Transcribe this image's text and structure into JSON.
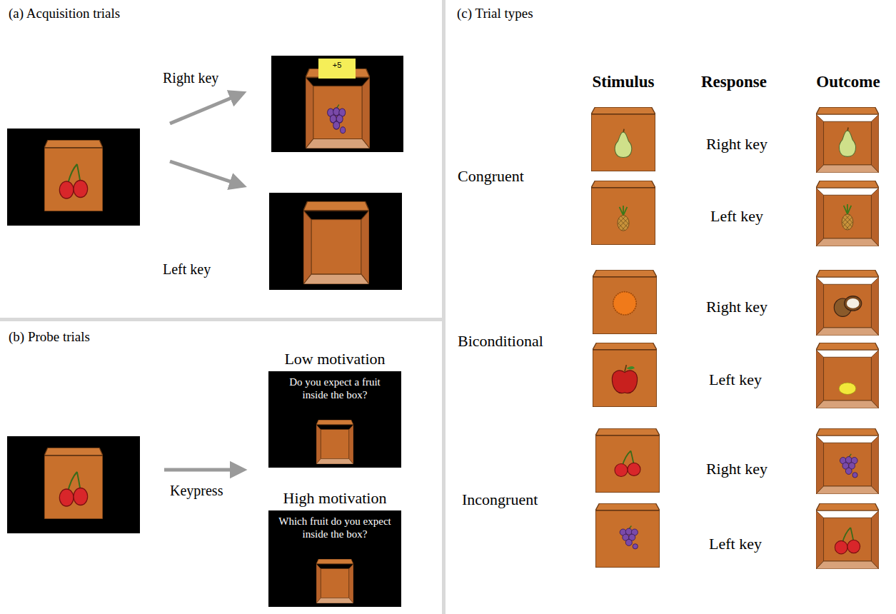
{
  "diagram": {
    "nodes": [
      {
        "text": [
          "+5"
        ]
      },
      {
        "text": [
          "Low motivation",
          "Do you expect a fruit inside the box?"
        ]
      },
      {
        "text": [
          "High motivation",
          "Which fruit do you expect inside the box?"
        ]
      }
    ],
    "labels": [
      "(a) Acquisition trials",
      "Right key",
      "Left key",
      "(b) Probe trials",
      "Keypress",
      "(c) Trial types",
      "Stimulus",
      "Response",
      "Outcome",
      "Congruent",
      "Right key",
      "Left key",
      "Biconditional",
      "Right key",
      "Left key",
      "Incongruent",
      "Right key",
      "Left key"
    ]
  }
}
